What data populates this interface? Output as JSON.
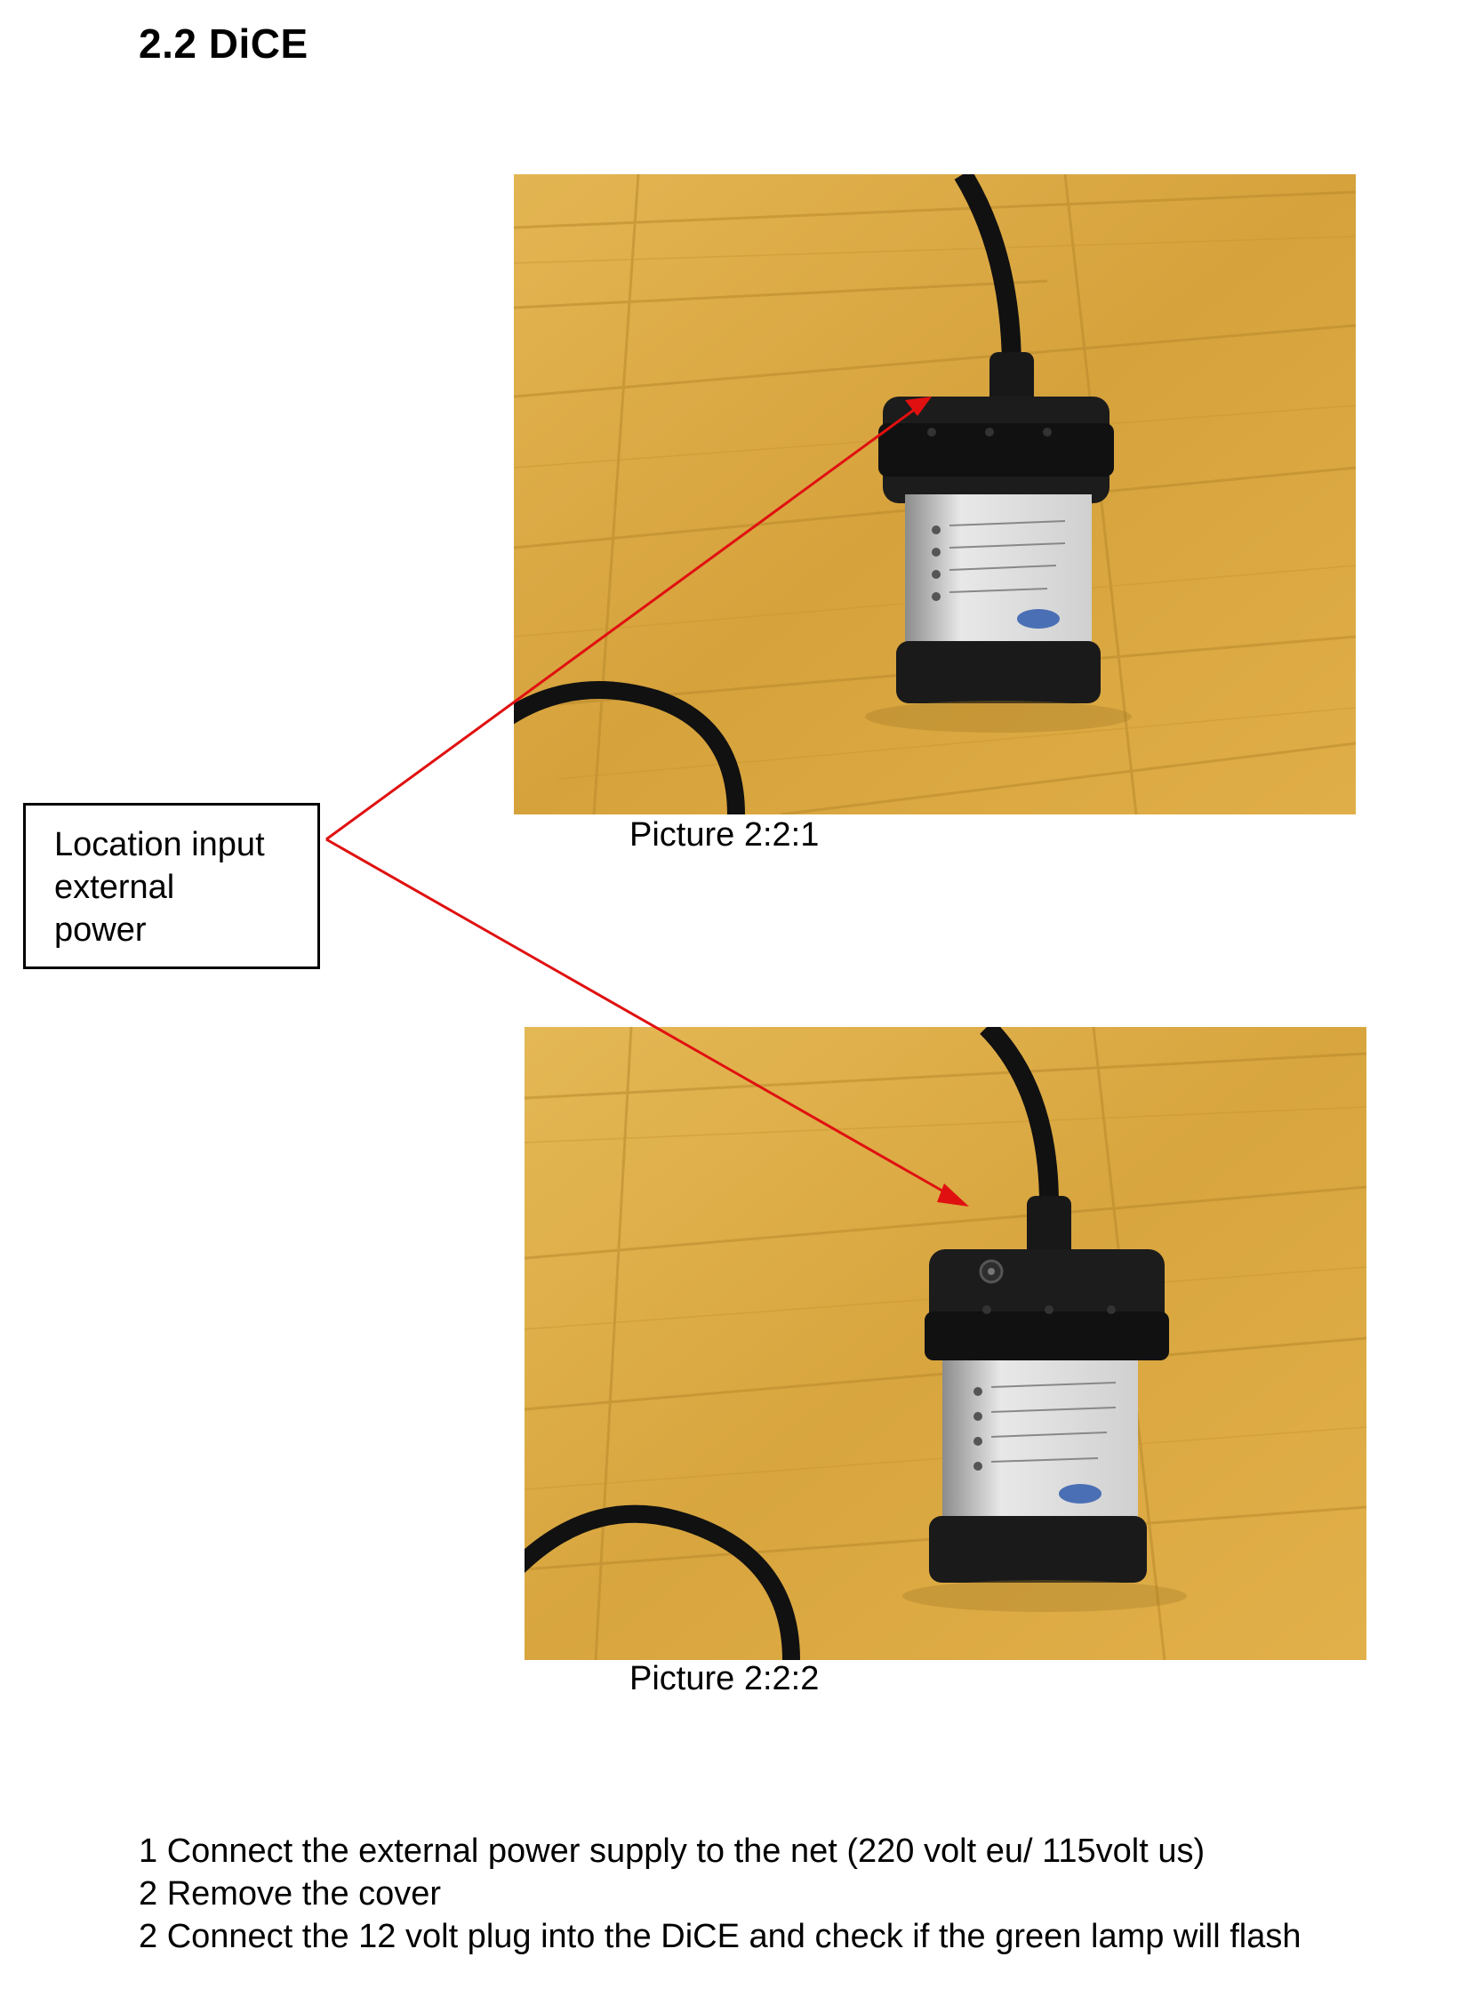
{
  "document": {
    "heading": "2.2 DiCE",
    "pictures": [
      {
        "caption": "Picture 2:2:1"
      },
      {
        "caption": "Picture 2:2:2"
      }
    ],
    "callout": {
      "text": "Location input\nexternal\npower"
    },
    "instructions": [
      "1 Connect the external power supply to the net (220 volt eu/ 115volt us)",
      "2 Remove the cover",
      "2 Connect the 12 volt plug into the DiCE and check if the green lamp will flash"
    ]
  },
  "colors": {
    "arrow": "#e01010",
    "wood": "#d9a640",
    "device_body": "#1a1a1a",
    "device_label": "#e6e6e6"
  }
}
